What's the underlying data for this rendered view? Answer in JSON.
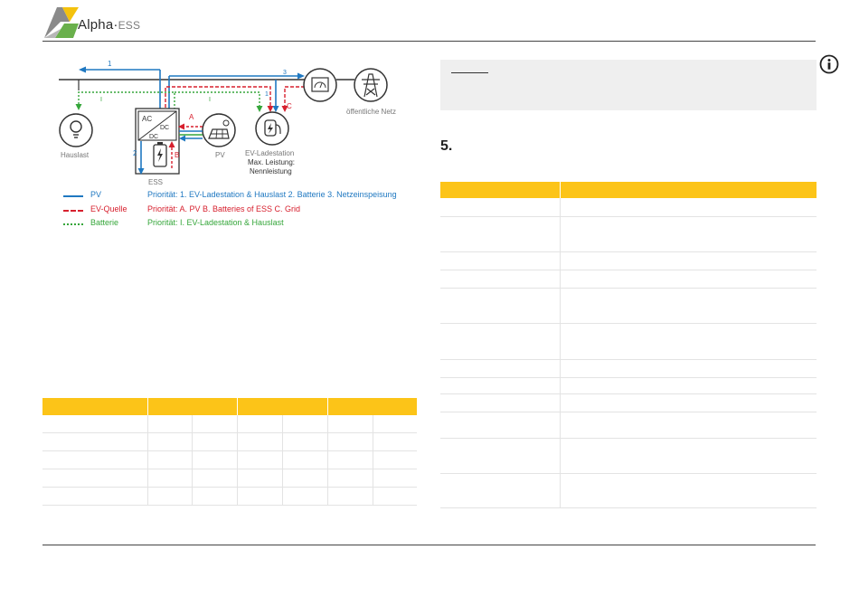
{
  "header": {
    "brand_main": "Alpha",
    "brand_sep": "·",
    "brand_sub": "ESS"
  },
  "colors": {
    "pv": "#1f78c1",
    "ev_source": "#d7202e",
    "battery": "#35a63a",
    "table_header": "#fcc418",
    "note_bg": "#efefef"
  },
  "diagram": {
    "labels": {
      "hauslast": "Hauslast",
      "ess": "ESS",
      "pv": "PV",
      "ev_station": "EV-Ladestation",
      "ev_power_1": "Max. Leistung:",
      "ev_power_2": "Nennleistung",
      "grid": "öffentliche Netz",
      "ac": "AC",
      "dc1": "DC",
      "dc2": "DC"
    },
    "flow_numbers": {
      "one": "1",
      "two": "2",
      "three": "3",
      "roman_one": "I",
      "a": "A",
      "b": "B",
      "c": "C"
    }
  },
  "legend": [
    {
      "label": "PV",
      "color": "#1f78c1",
      "style": "solid",
      "desc": "Priorität: 1. EV-Ladestation & Hauslast 2. Batterie 3. Netzeinspeisung"
    },
    {
      "label": "EV-Quelle",
      "color": "#d7202e",
      "style": "dashed",
      "desc": "Priorität: A. PV B. Batteries of ESS C. Grid"
    },
    {
      "label": "Batterie",
      "color": "#35a63a",
      "style": "dotted",
      "desc": "Priorität: I. EV-Ladestation & Hauslast"
    }
  ],
  "section": {
    "number": "5."
  },
  "icons": {
    "info": "info-icon",
    "bulb": "bulb-icon",
    "battery": "battery-icon",
    "solar": "solar-panel-icon",
    "ev": "ev-charger-icon",
    "meter": "meter-icon",
    "pylon": "power-pylon-icon"
  }
}
